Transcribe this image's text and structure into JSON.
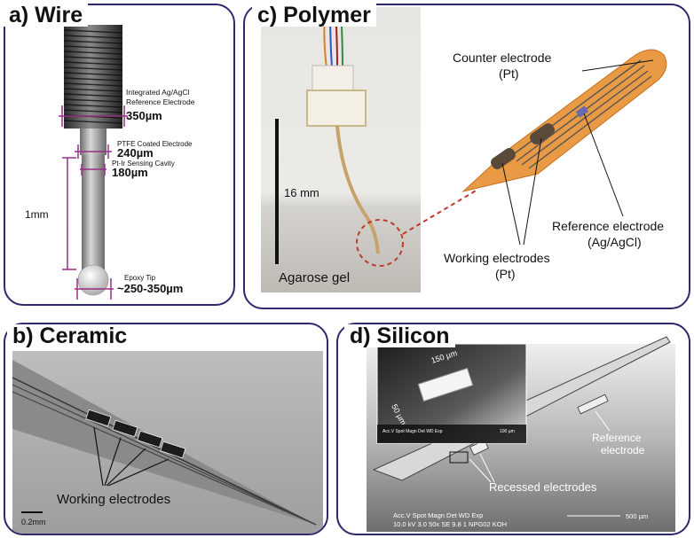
{
  "panels": {
    "wire": {
      "title": "a) Wire",
      "labels": {
        "ref_line1": "Integrated Ag/AgCl",
        "ref_line2": "Reference Electrode",
        "ref_size": "350µm",
        "ptfe": "PTFE Coated Electrode",
        "ptfe_size": "240µm",
        "cavity": "Pt-Ir Sensing Cavity",
        "cavity_size": "180µm",
        "length": "1mm",
        "tip": "Epoxy Tip",
        "tip_size": "~250-350µm"
      }
    },
    "polymer": {
      "title": "c) Polymer",
      "labels": {
        "scale": "16 mm",
        "gel": "Agarose gel",
        "counter_line1": "Counter electrode",
        "counter_line2": "(Pt)",
        "reference_line1": "Reference electrode",
        "reference_line2": "(Ag/AgCl)",
        "working_line1": "Working electrodes",
        "working_line2": "(Pt)"
      }
    },
    "ceramic": {
      "title": "b) Ceramic",
      "labels": {
        "working": "Working electrodes",
        "scale": "0.2mm"
      }
    },
    "silicon": {
      "title": "d) Silicon",
      "labels": {
        "inset_width": "150 µm",
        "inset_depth": "50 µm",
        "reference_line1": "Reference",
        "reference_line2": "electrode",
        "recessed": "Recessed electrodes",
        "sem_header": "Acc.V  Spot Magn   Det  WD  Exp",
        "sem_values": "10.0 kV 3.0   50x     SE   9.8   1     NPG02 KOH",
        "sem_scale": "500 µm",
        "inset_header": "Acc.V  Spot Magn  Det WD Exp",
        "inset_scale": "100 µm"
      }
    }
  },
  "colors": {
    "panel_border": "#2e2a6e",
    "dimension_lines": "#9a2d8a",
    "polymer_probe": "#e89a44",
    "connector_dashed": "#c0392b"
  }
}
